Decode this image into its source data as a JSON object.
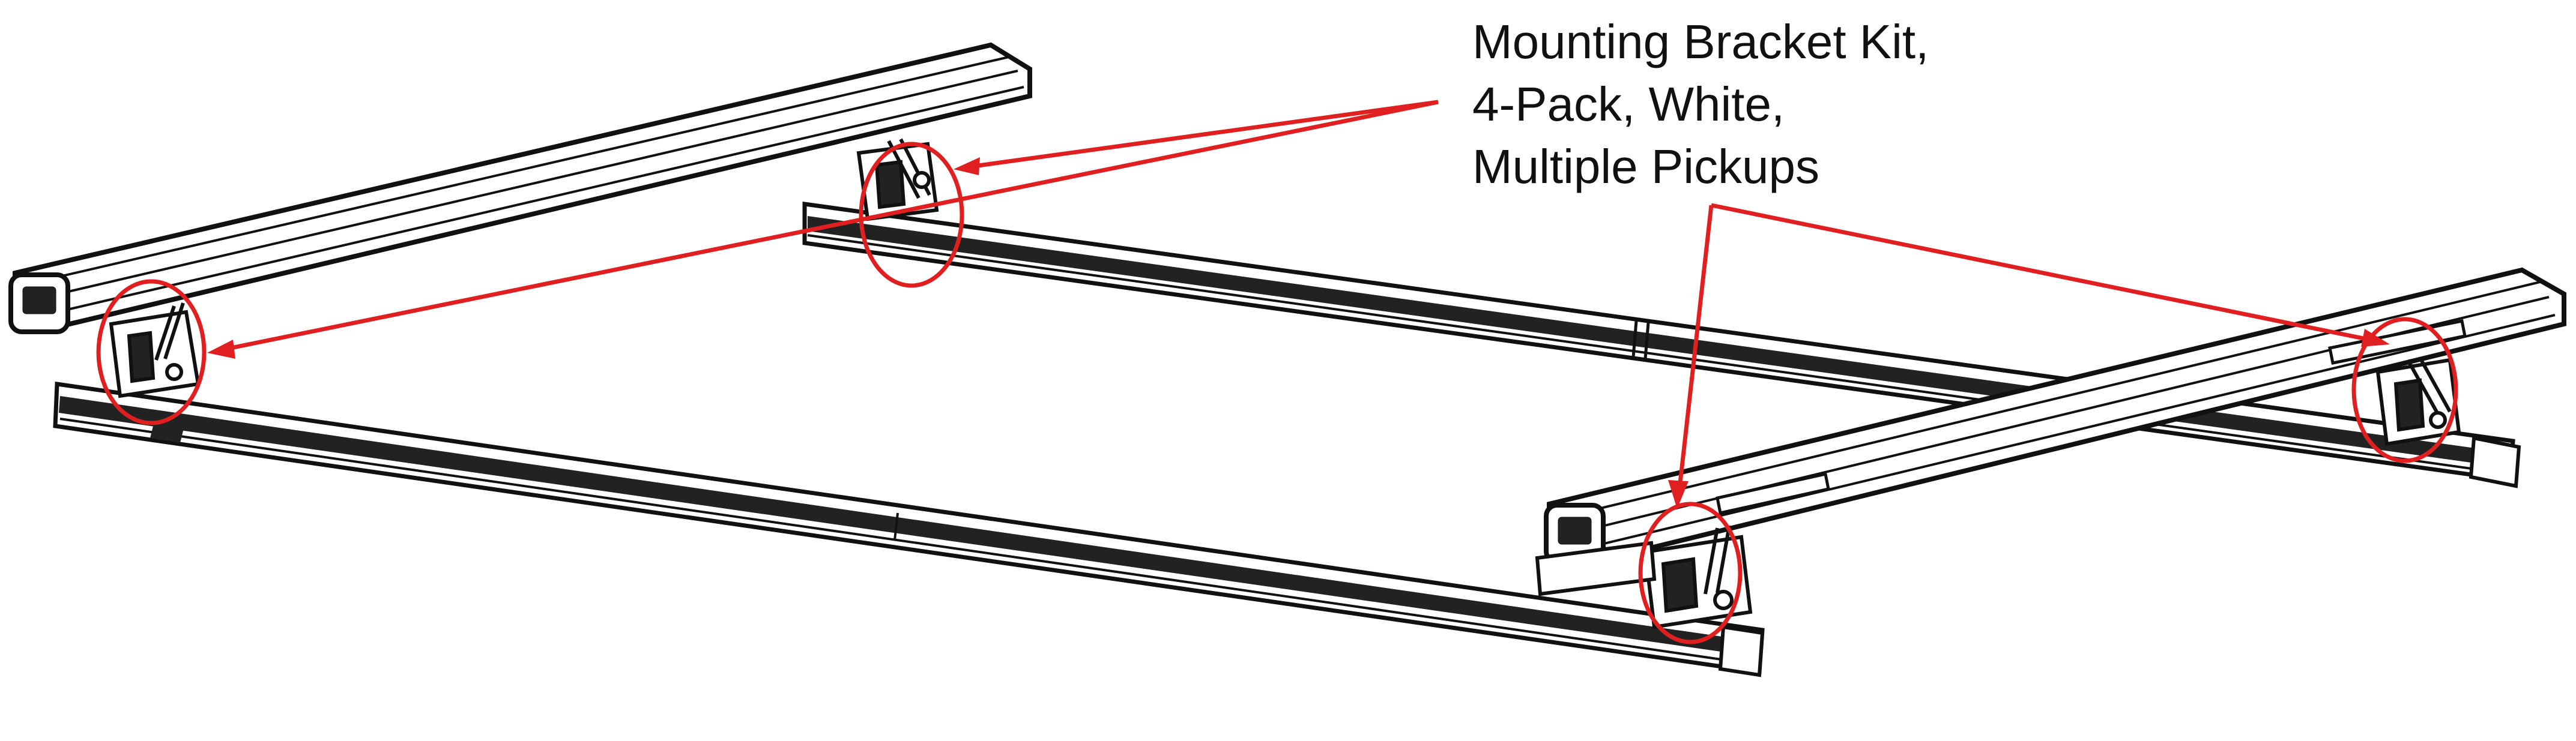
{
  "caption": {
    "lines": [
      "Mounting Bracket Kit,",
      "4-Pack, White,",
      "Multiple Pickups"
    ]
  },
  "colors": {
    "callout": "#e02020",
    "line_art": "#111111",
    "rail_fill": "#ffffff",
    "background": "#ffffff"
  },
  "parts": {
    "crossbars": 2,
    "side_rails": 2,
    "mounting_brackets": 4
  }
}
